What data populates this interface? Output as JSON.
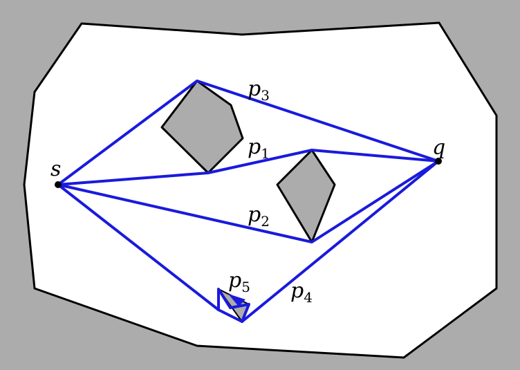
{
  "colors": {
    "background": "#acacac",
    "free_space": "#ffffff",
    "obstacle": "#acacac",
    "outline": "#000000",
    "path": "#1a1adc"
  },
  "points": {
    "start_label": "s",
    "goal_label": "q"
  },
  "paths": {
    "p1": {
      "letter": "p",
      "subscript": "1"
    },
    "p2": {
      "letter": "p",
      "subscript": "2"
    },
    "p3": {
      "letter": "p",
      "subscript": "3"
    },
    "p4": {
      "letter": "p",
      "subscript": "4"
    },
    "p5": {
      "letter": "p",
      "subscript": "5"
    }
  }
}
